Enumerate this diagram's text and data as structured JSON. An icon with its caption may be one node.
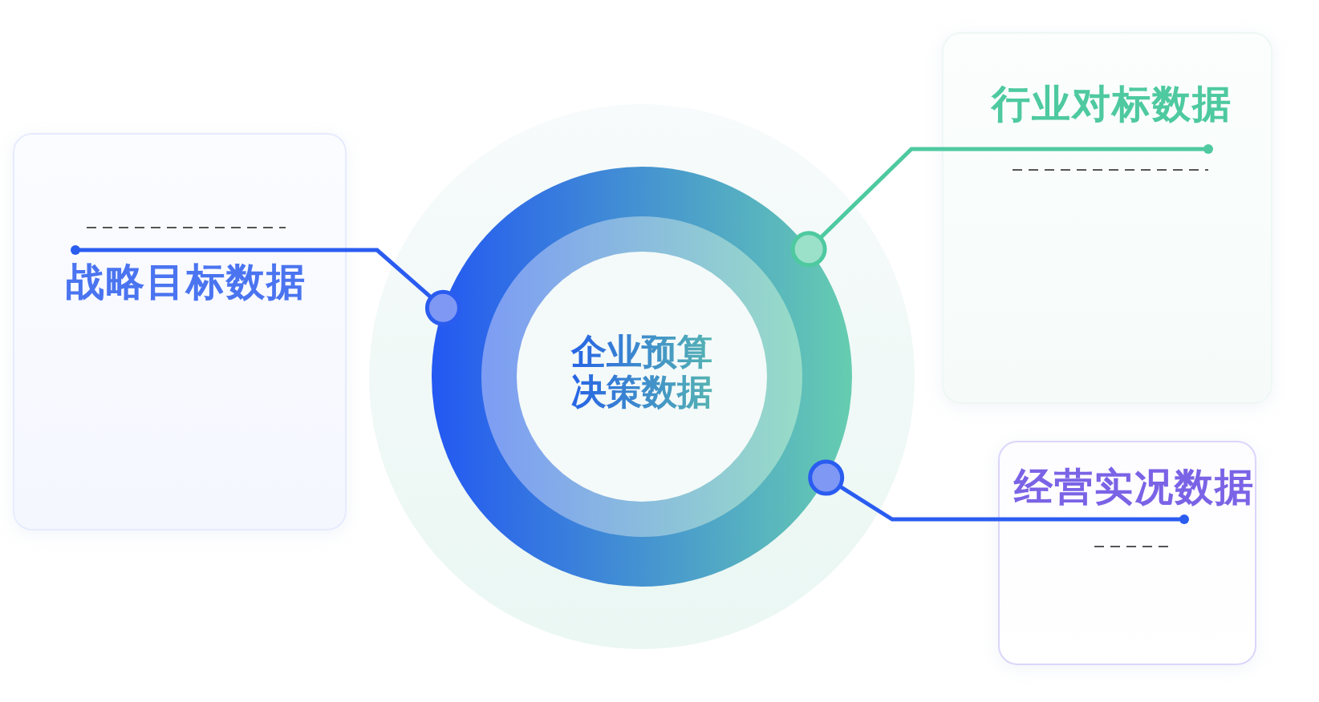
{
  "diagram": {
    "nodes": [
      {
        "text": [
          "企业预算决策数据"
        ]
      },
      {
        "text": [
          "战略目标数据"
        ]
      },
      {
        "text": [
          "行业对标数据"
        ]
      },
      {
        "text": [
          "经营实况数据"
        ]
      }
    ],
    "edges": [
      {
        "from": 1,
        "to": 0,
        "arrow": "other"
      },
      {
        "from": 2,
        "to": 0,
        "arrow": "other",
        "color": "#4ec9a0"
      },
      {
        "from": 3,
        "to": 0,
        "arrow": "other"
      }
    ]
  }
}
